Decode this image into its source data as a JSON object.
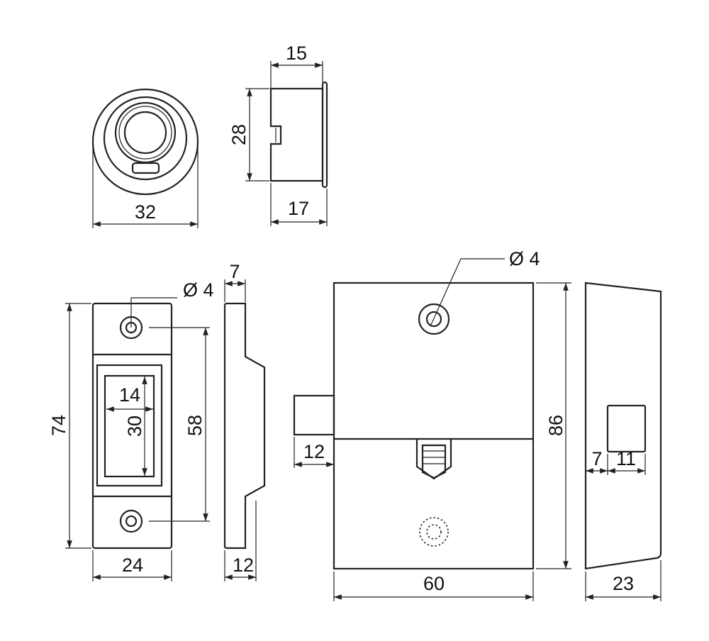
{
  "drawing": {
    "knob_front": {
      "width": "32"
    },
    "knob_side": {
      "depth": "15",
      "height": "28",
      "total_depth": "17"
    },
    "strike_front": {
      "hole": "Ø 4",
      "height": "74",
      "hole_spacing": "58",
      "opening_width": "14",
      "opening_height": "30",
      "width": "24"
    },
    "strike_side": {
      "flange": "7",
      "depth": "12"
    },
    "lock_front": {
      "hole": "Ø 4",
      "height": "86",
      "bolt": "12",
      "width": "60"
    },
    "lock_side": {
      "offset": "7",
      "bolt_width": "11",
      "depth": "23"
    }
  }
}
